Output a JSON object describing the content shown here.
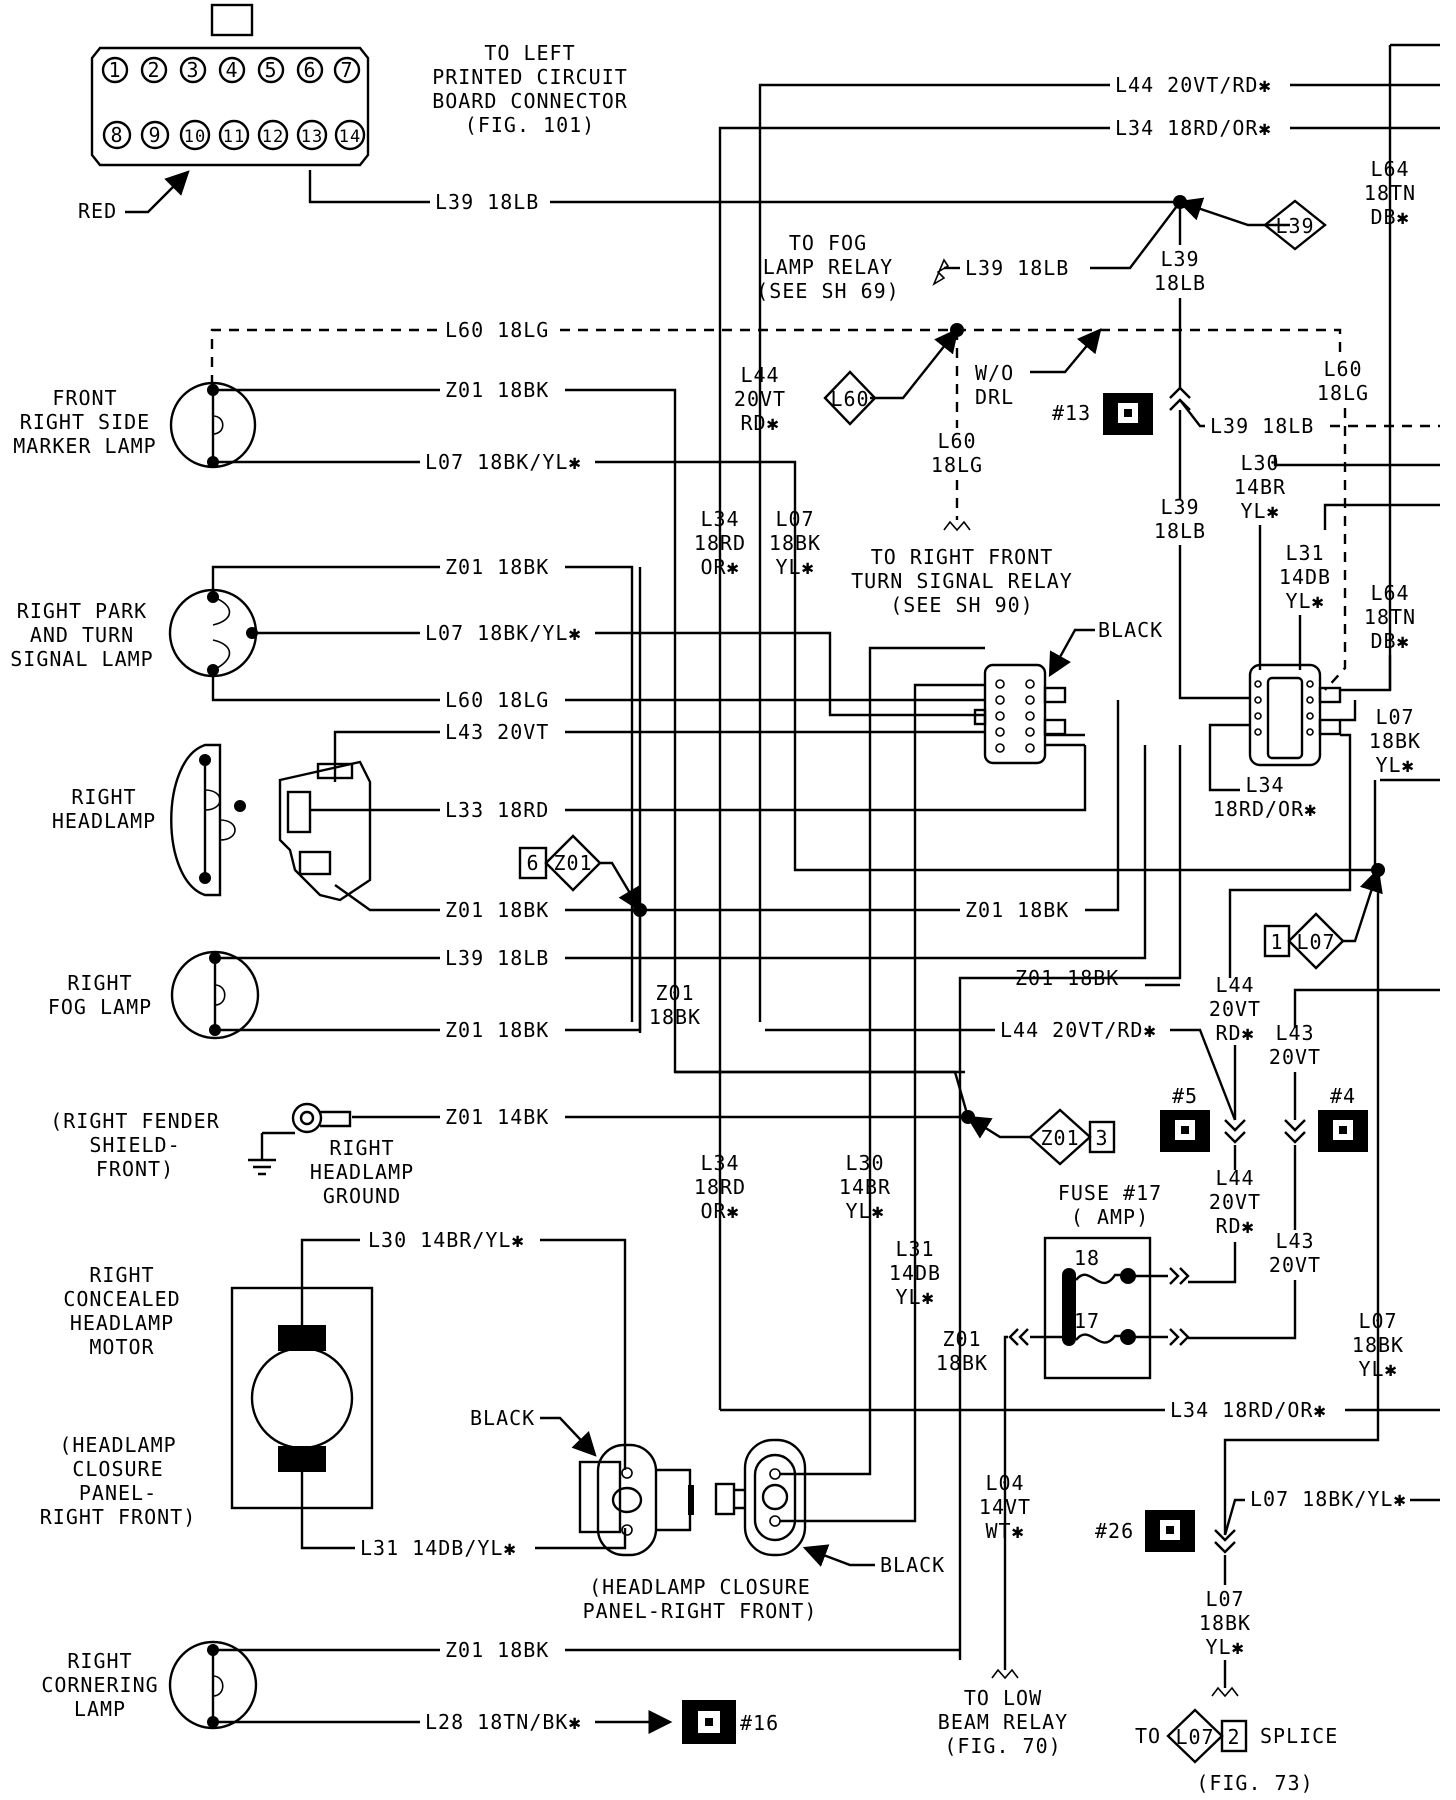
{
  "connector": {
    "top_pins": [
      "1",
      "2",
      "3",
      "4",
      "5",
      "6",
      "7"
    ],
    "bottom_pins": [
      "8",
      "9",
      "10",
      "11",
      "12",
      "13",
      "14"
    ],
    "title": [
      "TO LEFT",
      "PRINTED CIRCUIT",
      "BOARD CONNECTOR",
      "(FIG. 101)"
    ],
    "color_label": "RED"
  },
  "top_wires": {
    "l44": "L44 20VT/RD✱",
    "l34": "L34 18RD/OR✱",
    "l39": "L39 18LB",
    "l64": [
      "L64",
      "18TN",
      "DB✱"
    ]
  },
  "fog_relay": {
    "label": [
      "TO FOG",
      "LAMP RELAY",
      "(SEE SH 69)"
    ],
    "wire": "L39 18LB",
    "l39_vert": [
      "L39",
      "18LB"
    ],
    "splice_l39": "L39"
  },
  "drl": {
    "wire_l60": "L60 18LG",
    "splice_l60": "L60",
    "wo_drl": [
      "W/O",
      "DRL"
    ],
    "l60_vert": [
      "L60",
      "18LG"
    ],
    "turn_relay": [
      "TO RIGHT FRONT",
      "TURN SIGNAL RELAY",
      "(SEE SH 90)"
    ],
    "l60_right": [
      "L60",
      "18LG"
    ],
    "c13": "#13",
    "l39_right": "L39 18LB"
  },
  "lamps": {
    "side_marker": [
      "FRONT",
      "RIGHT SIDE",
      "MARKER LAMP"
    ],
    "park_turn": [
      "RIGHT PARK",
      "AND TURN",
      "SIGNAL LAMP"
    ],
    "headlamp": [
      "RIGHT",
      "HEADLAMP"
    ],
    "fog": [
      "RIGHT",
      "FOG LAMP"
    ],
    "cornering": [
      "RIGHT",
      "CORNERING",
      "LAMP"
    ]
  },
  "wires_left": {
    "z01": "Z01 18BK",
    "l07": "L07 18BK/YL✱",
    "l60": "L60 18LG",
    "l43": "L43 20VT",
    "l33": "L33 18RD",
    "l39": "L39 18LB",
    "z01_14": "Z01 14BK",
    "l28": "L28 18TN/BK✱"
  },
  "vertical_labels": {
    "l44_mid": [
      "L44",
      "20VT",
      "RD✱"
    ],
    "l34_mid": [
      "L34",
      "18RD",
      "OR✱"
    ],
    "l07_mid": [
      "L07",
      "18BK",
      "YL✱"
    ],
    "z01_mid": [
      "Z01",
      "18BK"
    ],
    "l34_low": [
      "L34",
      "18RD",
      "OR✱"
    ],
    "l30_low": [
      "L30",
      "14BR",
      "YL✱"
    ],
    "l31_low": [
      "L31",
      "14DB",
      "YL✱"
    ],
    "z01_low": [
      "Z01",
      "18BK"
    ],
    "l04": [
      "L04",
      "14VT",
      "WT✱"
    ]
  },
  "connectors": {
    "black_label": "BLACK",
    "splice_z01_6": {
      "num": "6",
      "name": "Z01"
    },
    "splice_z01_3": {
      "name": "Z01",
      "num": "3"
    },
    "splice_l07_1": {
      "num": "1",
      "name": "L07"
    },
    "splice_l07_2": {
      "name": "L07",
      "num": "2"
    }
  },
  "right_block": {
    "l39": [
      "L39",
      "18LB"
    ],
    "l30": [
      "L30",
      "14BR",
      "YL✱"
    ],
    "l31": [
      "L31",
      "14DB",
      "YL✱"
    ],
    "l64": [
      "L64",
      "18TN",
      "DB✱"
    ],
    "l07": [
      "L07",
      "18BK",
      "YL✱"
    ],
    "l34": [
      "L34",
      "18RD/OR✱"
    ],
    "z01_18bk": "Z01 18BK",
    "l44_20vtrd": "L44 20VT/RD✱",
    "l44_vert": [
      "L44",
      "20VT",
      "RD✱"
    ],
    "l43_vert": [
      "L43",
      "20VT"
    ],
    "c5": "#5",
    "c4": "#4",
    "l44_lower": [
      "L44",
      "20VT",
      "RD✱"
    ],
    "l43_lower": [
      "L43",
      "20VT"
    ]
  },
  "ground": {
    "shield": [
      "(RIGHT FENDER",
      "SHIELD-",
      "FRONT)"
    ],
    "name": [
      "RIGHT",
      "HEADLAMP",
      "GROUND"
    ]
  },
  "motor": {
    "title": [
      "RIGHT",
      "CONCEALED",
      "HEADLAMP",
      "MOTOR"
    ],
    "sub": [
      "(HEADLAMP",
      "CLOSURE",
      "PANEL-",
      "RIGHT FRONT)"
    ],
    "l30": "L30 14BR/YL✱",
    "l31": "L31 14DB/YL✱",
    "black_left": "BLACK",
    "black_right": "BLACK",
    "panel": [
      "(HEADLAMP CLOSURE",
      "PANEL-RIGHT FRONT)"
    ]
  },
  "fuse": {
    "title": [
      "FUSE #17",
      "(    AMP)"
    ],
    "pin18": "18",
    "pin17": "17"
  },
  "bottom": {
    "l34": "L34 18RD/OR✱",
    "l07_right": "L07 18BK/YL✱",
    "l07_right_vert": [
      "L07",
      "18BK",
      "YL✱"
    ],
    "c26": "#26",
    "l07_low": [
      "L07",
      "18BK",
      "YL✱"
    ],
    "splice_to": "TO",
    "splice_word": "SPLICE",
    "fig73": "(FIG. 73)",
    "low_beam": [
      "TO LOW",
      "BEAM RELAY",
      "(FIG. 70)"
    ],
    "c16": "#16",
    "z01": "Z01 18BK"
  }
}
